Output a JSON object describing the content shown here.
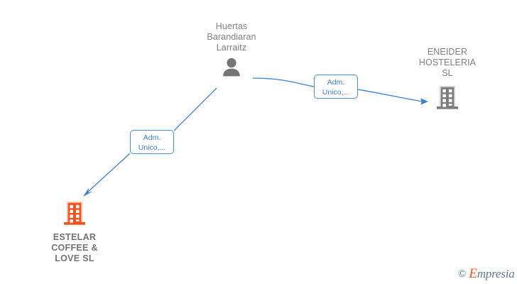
{
  "diagram": {
    "type": "org-relationship-graph",
    "background_color": "#ffffff",
    "nodes": [
      {
        "id": "person",
        "kind": "person",
        "icon": "person-icon",
        "icon_color": "#757575",
        "label": "Huertas\nBarandiaran\nLarraitz",
        "label_color": "#808080",
        "bold": false
      },
      {
        "id": "eneider",
        "kind": "company",
        "icon": "building-icon",
        "icon_color": "#757575",
        "label": "ENEIDER\nHOSTELERIA\nSL",
        "label_color": "#808080",
        "bold": false
      },
      {
        "id": "estelar",
        "kind": "company",
        "icon": "building-icon",
        "icon_color": "#f4511e",
        "label": "ESTELAR\nCOFFEE &\nLOVE  SL",
        "label_color": "#737373",
        "bold": true
      }
    ],
    "edges": [
      {
        "id": "edge-eneider",
        "from": "person",
        "to": "eneider",
        "color": "#3b7fd4",
        "label_line1": "Adm.",
        "label_line2": "Unico,..."
      },
      {
        "id": "edge-estelar",
        "from": "person",
        "to": "estelar",
        "color": "#3b7fd4",
        "label_line1": "Adm.",
        "label_line2": "Unico,..."
      }
    ]
  },
  "watermark": {
    "copyright": "©",
    "brand_initial": "E",
    "brand_rest": "mpresia",
    "brand_color": "#f15a24",
    "text_color": "#5d7a95"
  }
}
